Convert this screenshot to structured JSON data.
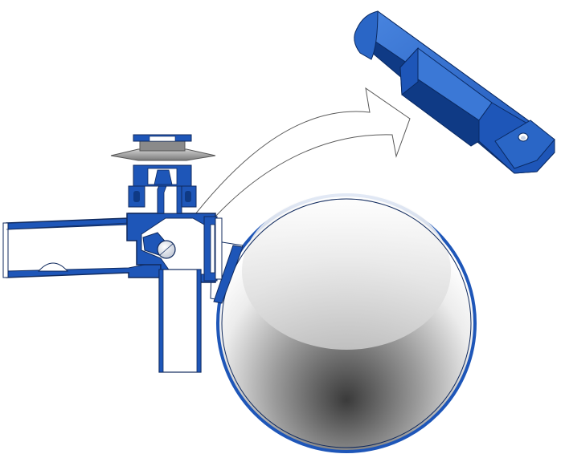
{
  "diagram": {
    "kind": "float valve cutaway with detached lever component",
    "parts": [
      "horizontal-inlet-pipe",
      "valve-body-cross-section",
      "valve-cap-disc",
      "pivot-ball",
      "vertical-outlet-tube",
      "float-ball",
      "float-arm-mount",
      "detached-lever-part",
      "callout-arrow"
    ]
  },
  "colors": {
    "part_blue": "#1e56b8",
    "part_blue_dark": "#0f3a85",
    "part_blue_light": "#3b78d6",
    "outline": "#102a5e",
    "cap_gray": "#a9a9a9",
    "cap_gray_dark": "#6f6f6f",
    "ball_highlight": "#f2f2f2",
    "ball_shadow": "#4a4a4a",
    "arrow_stroke": "#5a5a5a",
    "background": "#ffffff"
  }
}
